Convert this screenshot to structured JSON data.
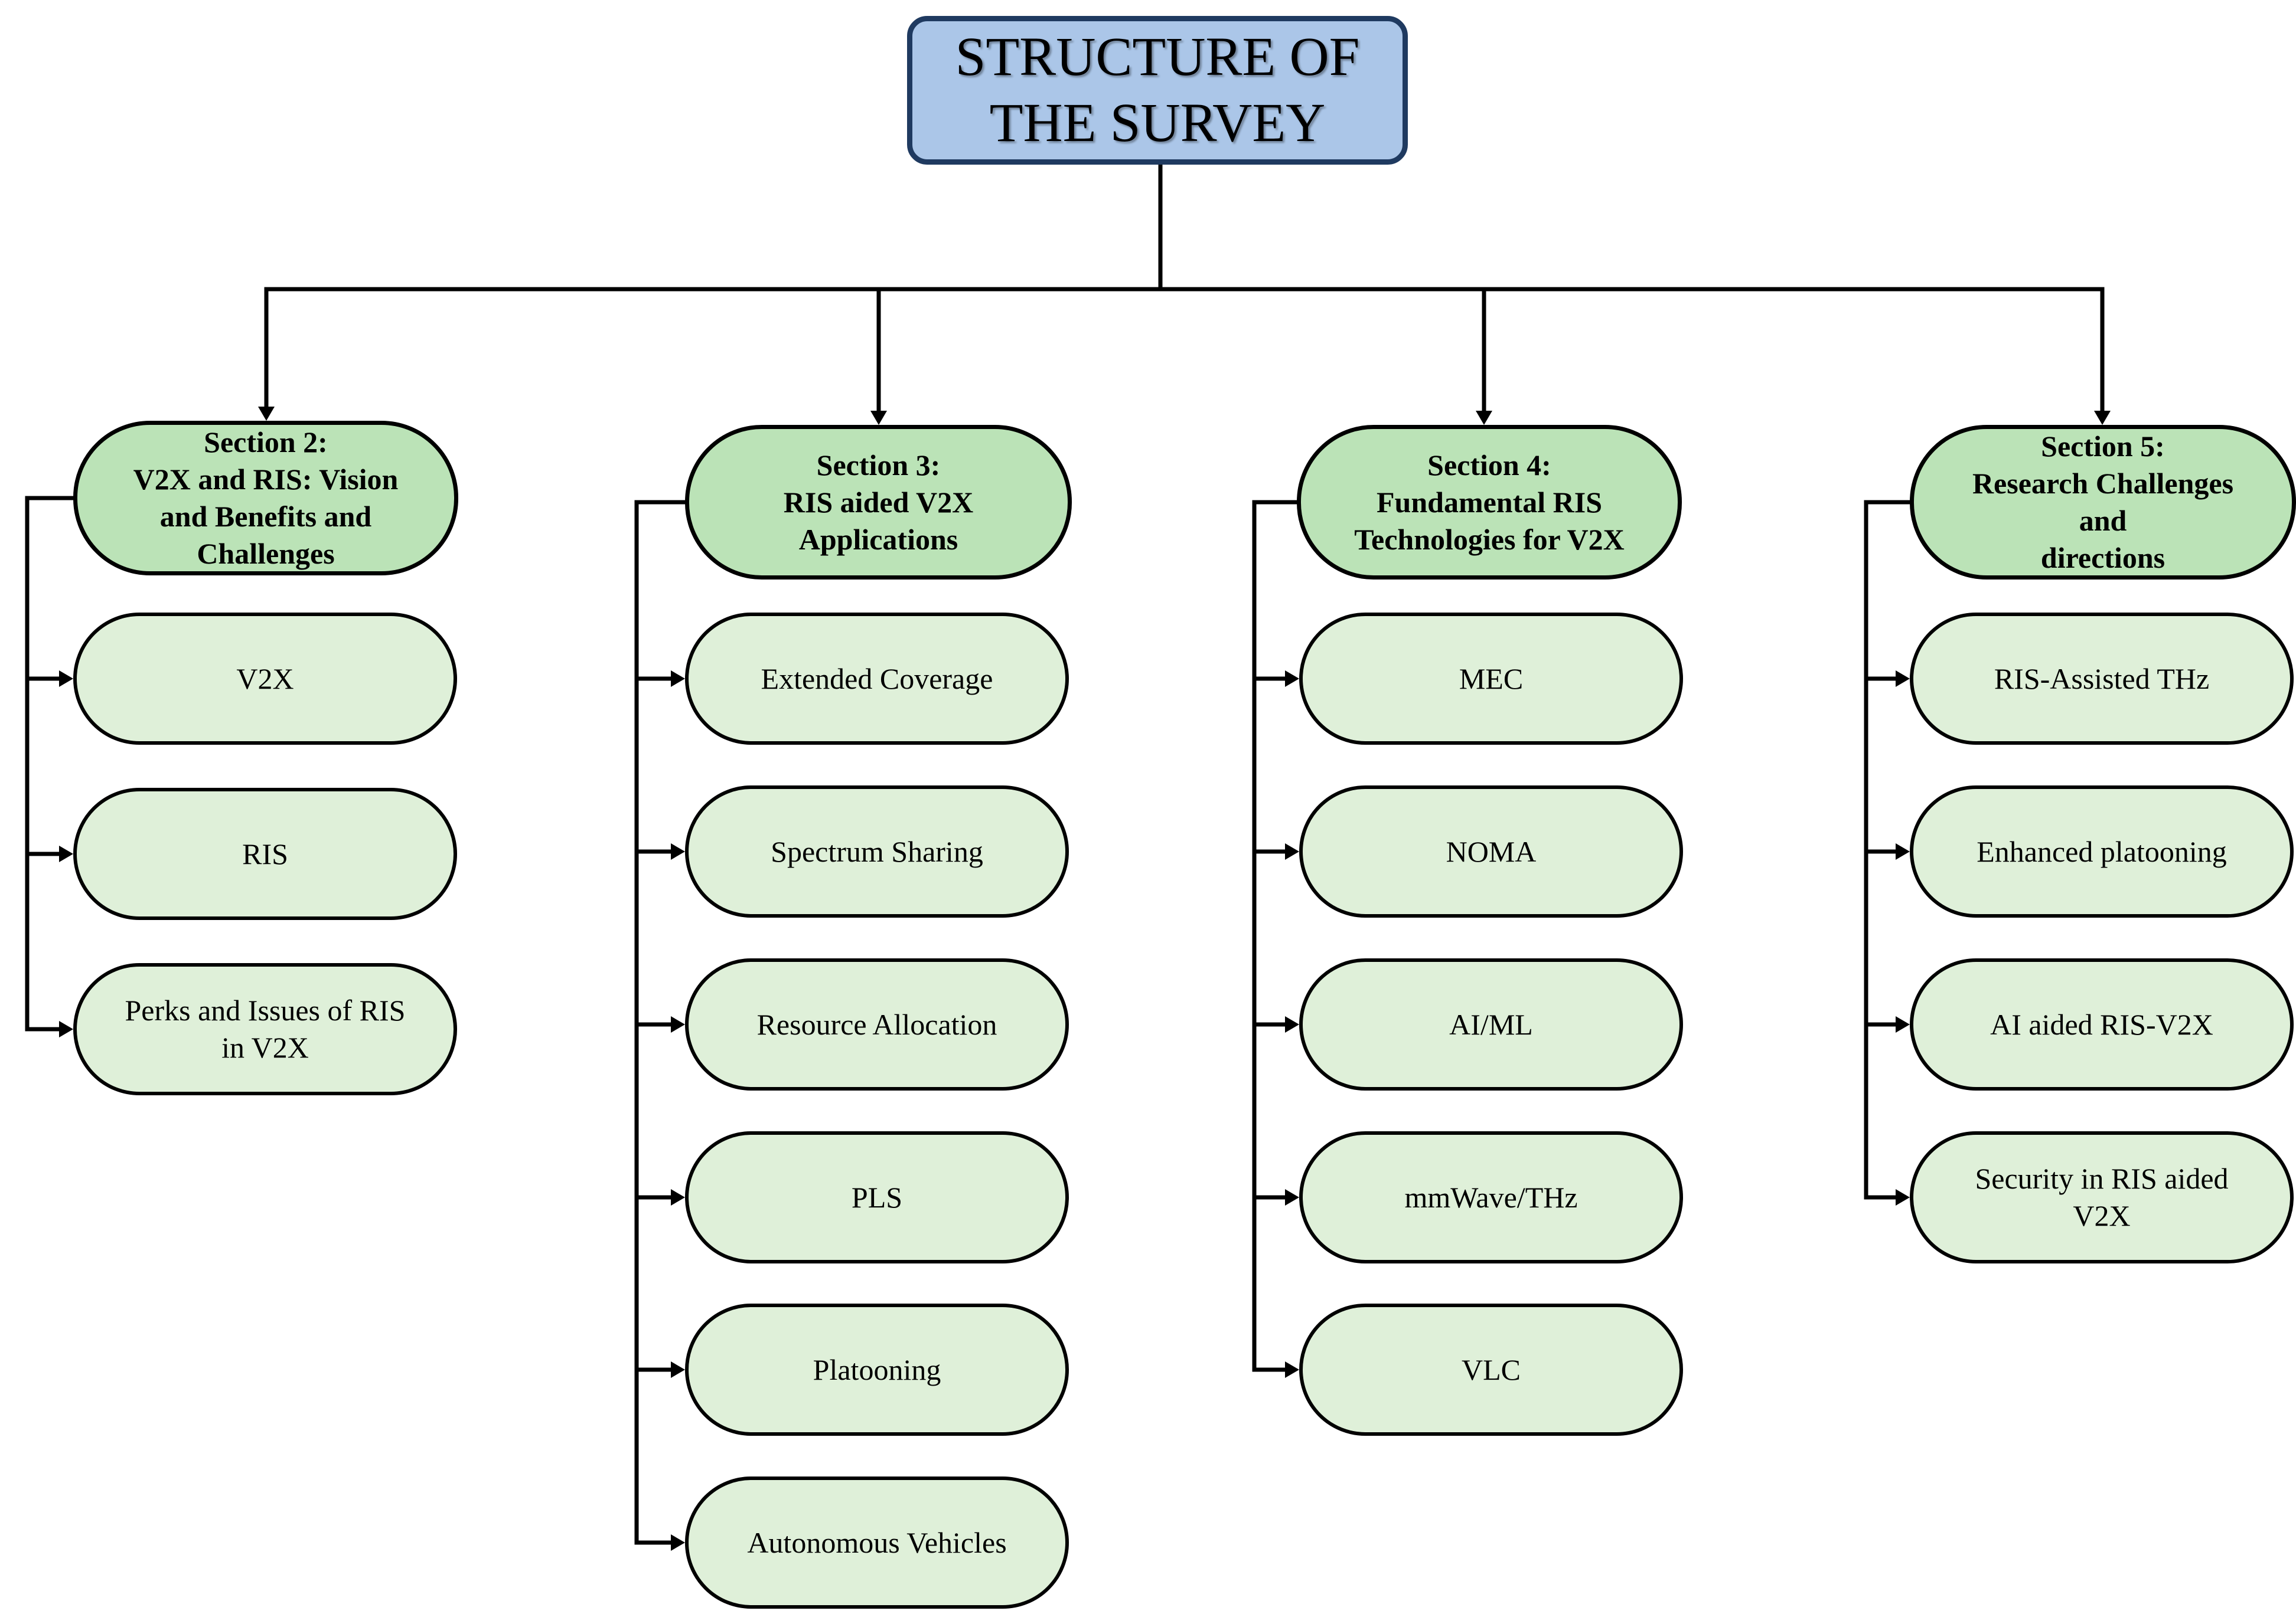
{
  "title": [
    "STRUCTURE OF",
    "THE SURVEY"
  ],
  "sections": [
    {
      "heading": [
        "Section 2:",
        "V2X and RIS: Vision",
        "and Benefits and",
        "Challenges"
      ],
      "items": [
        [
          "V2X"
        ],
        [
          "RIS"
        ],
        [
          "Perks and Issues of RIS",
          "in V2X"
        ]
      ]
    },
    {
      "heading": [
        "Section 3:",
        "RIS aided V2X",
        "Applications"
      ],
      "items": [
        [
          "Extended Coverage"
        ],
        [
          "Spectrum Sharing"
        ],
        [
          "Resource Allocation"
        ],
        [
          "PLS"
        ],
        [
          "Platooning"
        ],
        [
          "Autonomous Vehicles"
        ]
      ]
    },
    {
      "heading": [
        "Section 4:",
        "Fundamental RIS",
        "Technologies for V2X"
      ],
      "items": [
        [
          "MEC"
        ],
        [
          "NOMA"
        ],
        [
          "AI/ML"
        ],
        [
          "mmWave/THz"
        ],
        [
          "VLC"
        ]
      ]
    },
    {
      "heading": [
        "Section 5:",
        "Research Challenges",
        "and",
        "directions"
      ],
      "items": [
        [
          "RIS-Assisted THz"
        ],
        [
          "Enhanced platooning"
        ],
        [
          "AI aided RIS-V2X"
        ],
        [
          "Security in RIS aided",
          "V2X"
        ]
      ]
    }
  ],
  "colors": {
    "title_fill": "#abc6e8",
    "title_border": "#1f3a60",
    "heading_fill": "#bbe3b7",
    "item_fill": "#dff0d9",
    "line": "#000000"
  }
}
